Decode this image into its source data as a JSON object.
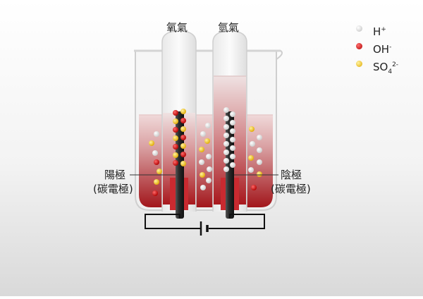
{
  "labels": {
    "oxygen_gas": "氧氣",
    "hydrogen_gas": "氫氣",
    "anode": "陽極",
    "anode_material": "(碳電極)",
    "cathode": "陰極",
    "cathode_material": "(碳電極)"
  },
  "legend": [
    {
      "base": "H",
      "sub": "",
      "sup": "+",
      "color": "#f0f0f0"
    },
    {
      "base": "OH",
      "sub": "",
      "sup": "-",
      "color": "#d81818"
    },
    {
      "base": "SO",
      "sub": "4",
      "sup": "2-",
      "color": "#f2c200"
    }
  ],
  "colors": {
    "solution": "#b21e23",
    "electrode": "#2a2a2a",
    "wire": "#111111"
  }
}
